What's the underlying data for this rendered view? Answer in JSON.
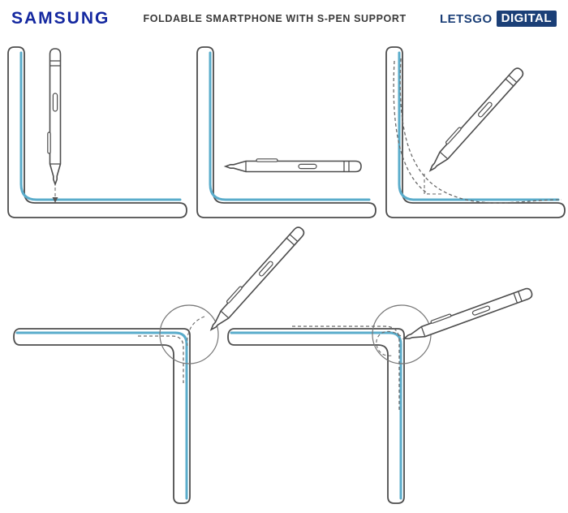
{
  "header": {
    "samsung_logo_text": "SAMSUNG",
    "title": "FOLDABLE SMARTPHONE WITH S-PEN SUPPORT",
    "letsgo_text": "LETSGO",
    "digital_text": "DIGITAL"
  },
  "colors": {
    "samsung_blue": "#1428a0",
    "lgd_navy": "#1b3f77",
    "title_text": "#3a3a3a",
    "screen_blue": "#5aaccb",
    "outline_gray": "#4d4d4d",
    "dash_gray": "#6a6a6a",
    "background": "#ffffff"
  },
  "figures": {
    "fig1": "folded-phone-L-shape-with-s-pen-held-vertically-above-corner",
    "fig2": "folded-phone-L-shape-with-s-pen-held-horizontally-above-bottom-half",
    "fig3": "folded-phone-L-shape-with-s-pen-diagonal-and-dashed-fold-path",
    "fig4": "outward-folded-phone-corner-fold-detail-circle-with-s-pen-above",
    "fig5": "outward-folded-phone-corner-fold-detail-circle-with-s-pen-right"
  }
}
